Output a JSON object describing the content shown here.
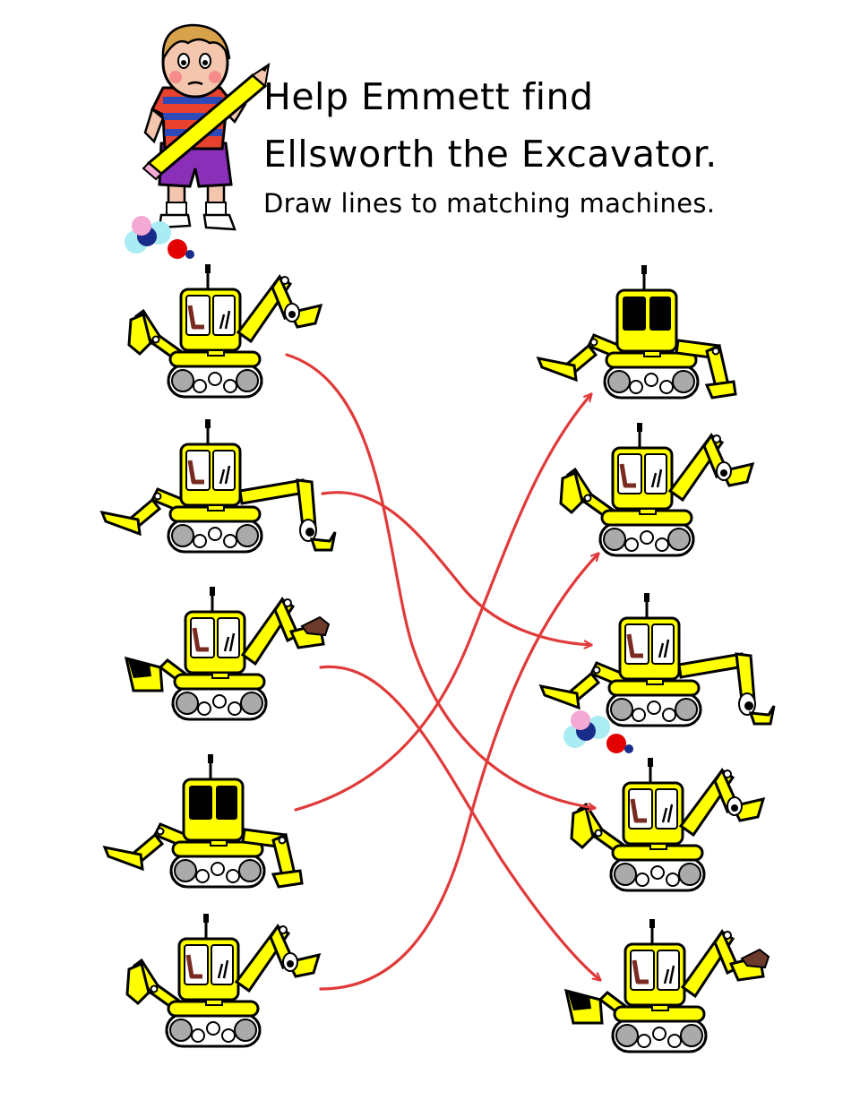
{
  "worksheet": {
    "title_line_1": "Help Emmett find",
    "title_line_2": "Ellsworth the Excavator.",
    "instruction": "Draw lines to matching machines."
  },
  "colors": {
    "excavator_body": "#ffff00",
    "outline": "#000000",
    "track_wheel": "#aaaaaa",
    "connector_line": "#e03a3a",
    "seat": "#7a2b20",
    "dirt": "#6b3a2a",
    "shirt_stripe_red": "#e8422f",
    "shirt_stripe_blue": "#2e49b8",
    "shorts": "#8a2fb8",
    "balloon_pink": "#f4a9d4",
    "balloon_cyan": "#a9ecf4",
    "balloon_red": "#e30000",
    "balloon_navy": "#1a2c8a"
  },
  "illustrations": {
    "boy": "boy-emmett-with-pencil",
    "left_column": [
      {
        "variant": "dig-arm-with-eye",
        "cab": "windows"
      },
      {
        "variant": "long-arm-with-eye",
        "cab": "windows"
      },
      {
        "variant": "scoop-with-dirt",
        "cab": "windows"
      },
      {
        "variant": "two-arms",
        "cab": "dark"
      },
      {
        "variant": "dig-arm-with-eye",
        "cab": "windows"
      }
    ],
    "right_column": [
      {
        "variant": "two-arms",
        "cab": "dark"
      },
      {
        "variant": "dig-arm-with-eye",
        "cab": "windows"
      },
      {
        "variant": "long-arm-with-eye",
        "cab": "windows"
      },
      {
        "variant": "dig-arm-with-eye",
        "cab": "windows"
      },
      {
        "variant": "scoop-with-dirt",
        "cab": "windows"
      }
    ],
    "ellsworth_markers": [
      "left-1",
      "right-4"
    ]
  },
  "connections": [
    {
      "from": "left-1",
      "to": "right-4"
    },
    {
      "from": "left-2",
      "to": "right-3"
    },
    {
      "from": "left-3",
      "to": "right-5"
    },
    {
      "from": "left-4",
      "to": "right-1"
    },
    {
      "from": "left-5",
      "to": "right-2"
    }
  ]
}
